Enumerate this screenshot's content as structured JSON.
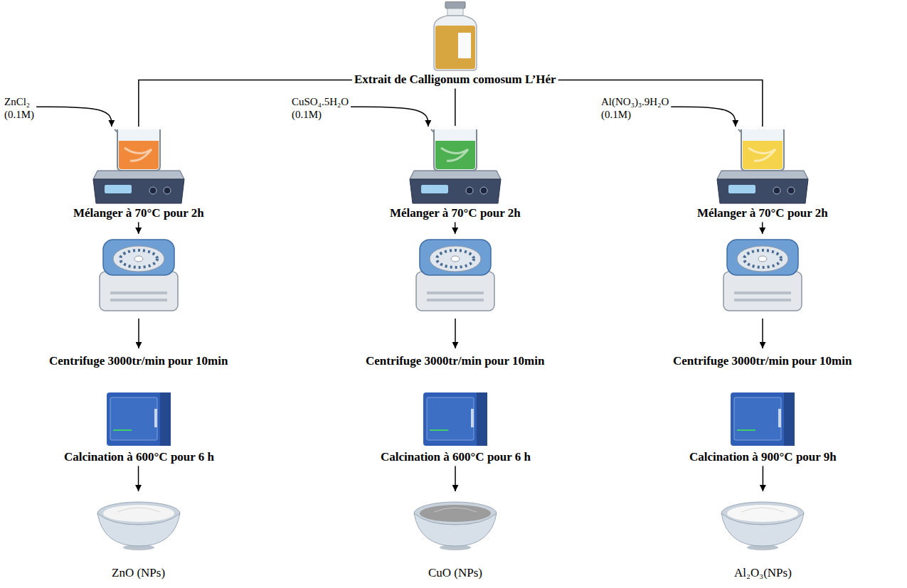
{
  "diagram": {
    "nodes": [
      {
        "text": [
          "Extrait de Calligonum comosum L’Hér"
        ]
      },
      {
        "text": [
          "ZnCl₂ (0.1M)"
        ]
      },
      {
        "text": [
          "Mélanger à 70°C pour 2h"
        ]
      },
      {
        "text": [
          "Centrifuge 3000tr/min pour 10min"
        ]
      },
      {
        "text": [
          "Calcination à 600°C pour 6 h"
        ]
      },
      {
        "text": [
          "ZnO (NPs)"
        ]
      },
      {
        "text": [
          "CuSO₄.5H₂O (0.1M)"
        ]
      },
      {
        "text": [
          "Mélanger à 70°C pour 2h"
        ]
      },
      {
        "text": [
          "Centrifuge 3000tr/min pour 10min"
        ]
      },
      {
        "text": [
          "Calcination à 600°C pour 6 h"
        ]
      },
      {
        "text": [
          "CuO (NPs)"
        ]
      },
      {
        "text": [
          "Al(NO₃)₃.9H₂O (0.1M)"
        ]
      },
      {
        "text": [
          "Mélanger à 70°C pour 2h"
        ]
      },
      {
        "text": [
          "Centrifuge 3000tr/min pour 10min"
        ]
      },
      {
        "text": [
          "Calcination à 900°C pour 9h"
        ]
      },
      {
        "text": [
          "Al₂O₃(NPs)"
        ]
      }
    ],
    "edges": [
      {
        "from": 0,
        "to": 2,
        "arrow": "none"
      },
      {
        "from": 1,
        "to": 2,
        "arrow": "to"
      },
      {
        "from": 2,
        "to": 3,
        "arrow": "to"
      },
      {
        "from": 4,
        "to": 5,
        "arrow": "to"
      },
      {
        "from": 0,
        "to": 7,
        "arrow": "none"
      },
      {
        "from": 6,
        "to": 7,
        "arrow": "to"
      },
      {
        "from": 7,
        "to": 8,
        "arrow": "to"
      },
      {
        "from": 9,
        "to": 10,
        "arrow": "to"
      },
      {
        "from": 0,
        "to": 12,
        "arrow": "none"
      },
      {
        "from": 11,
        "to": 12,
        "arrow": "to"
      },
      {
        "from": 12,
        "to": 13,
        "arrow": "to"
      },
      {
        "from": 14,
        "to": 15,
        "arrow": "to"
      }
    ]
  }
}
